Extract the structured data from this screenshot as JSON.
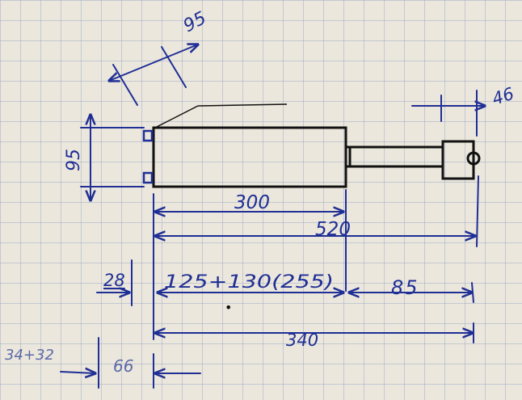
{
  "colors": {
    "paper": "#ece7dc",
    "grid": "#9aa8c8",
    "pencil": "#111111",
    "ink": "#1f2f95"
  },
  "dimensions": {
    "diagonal": "95",
    "height": "95",
    "tip": "46",
    "body_length": "300",
    "total_length": "520",
    "left_offset": "28",
    "middle_segment": "125+130(255)",
    "right_segment": "85",
    "lower_span": "340",
    "bottom_left": "34+32",
    "bottom_gap": "66"
  },
  "marks": {
    "dot": "•"
  }
}
